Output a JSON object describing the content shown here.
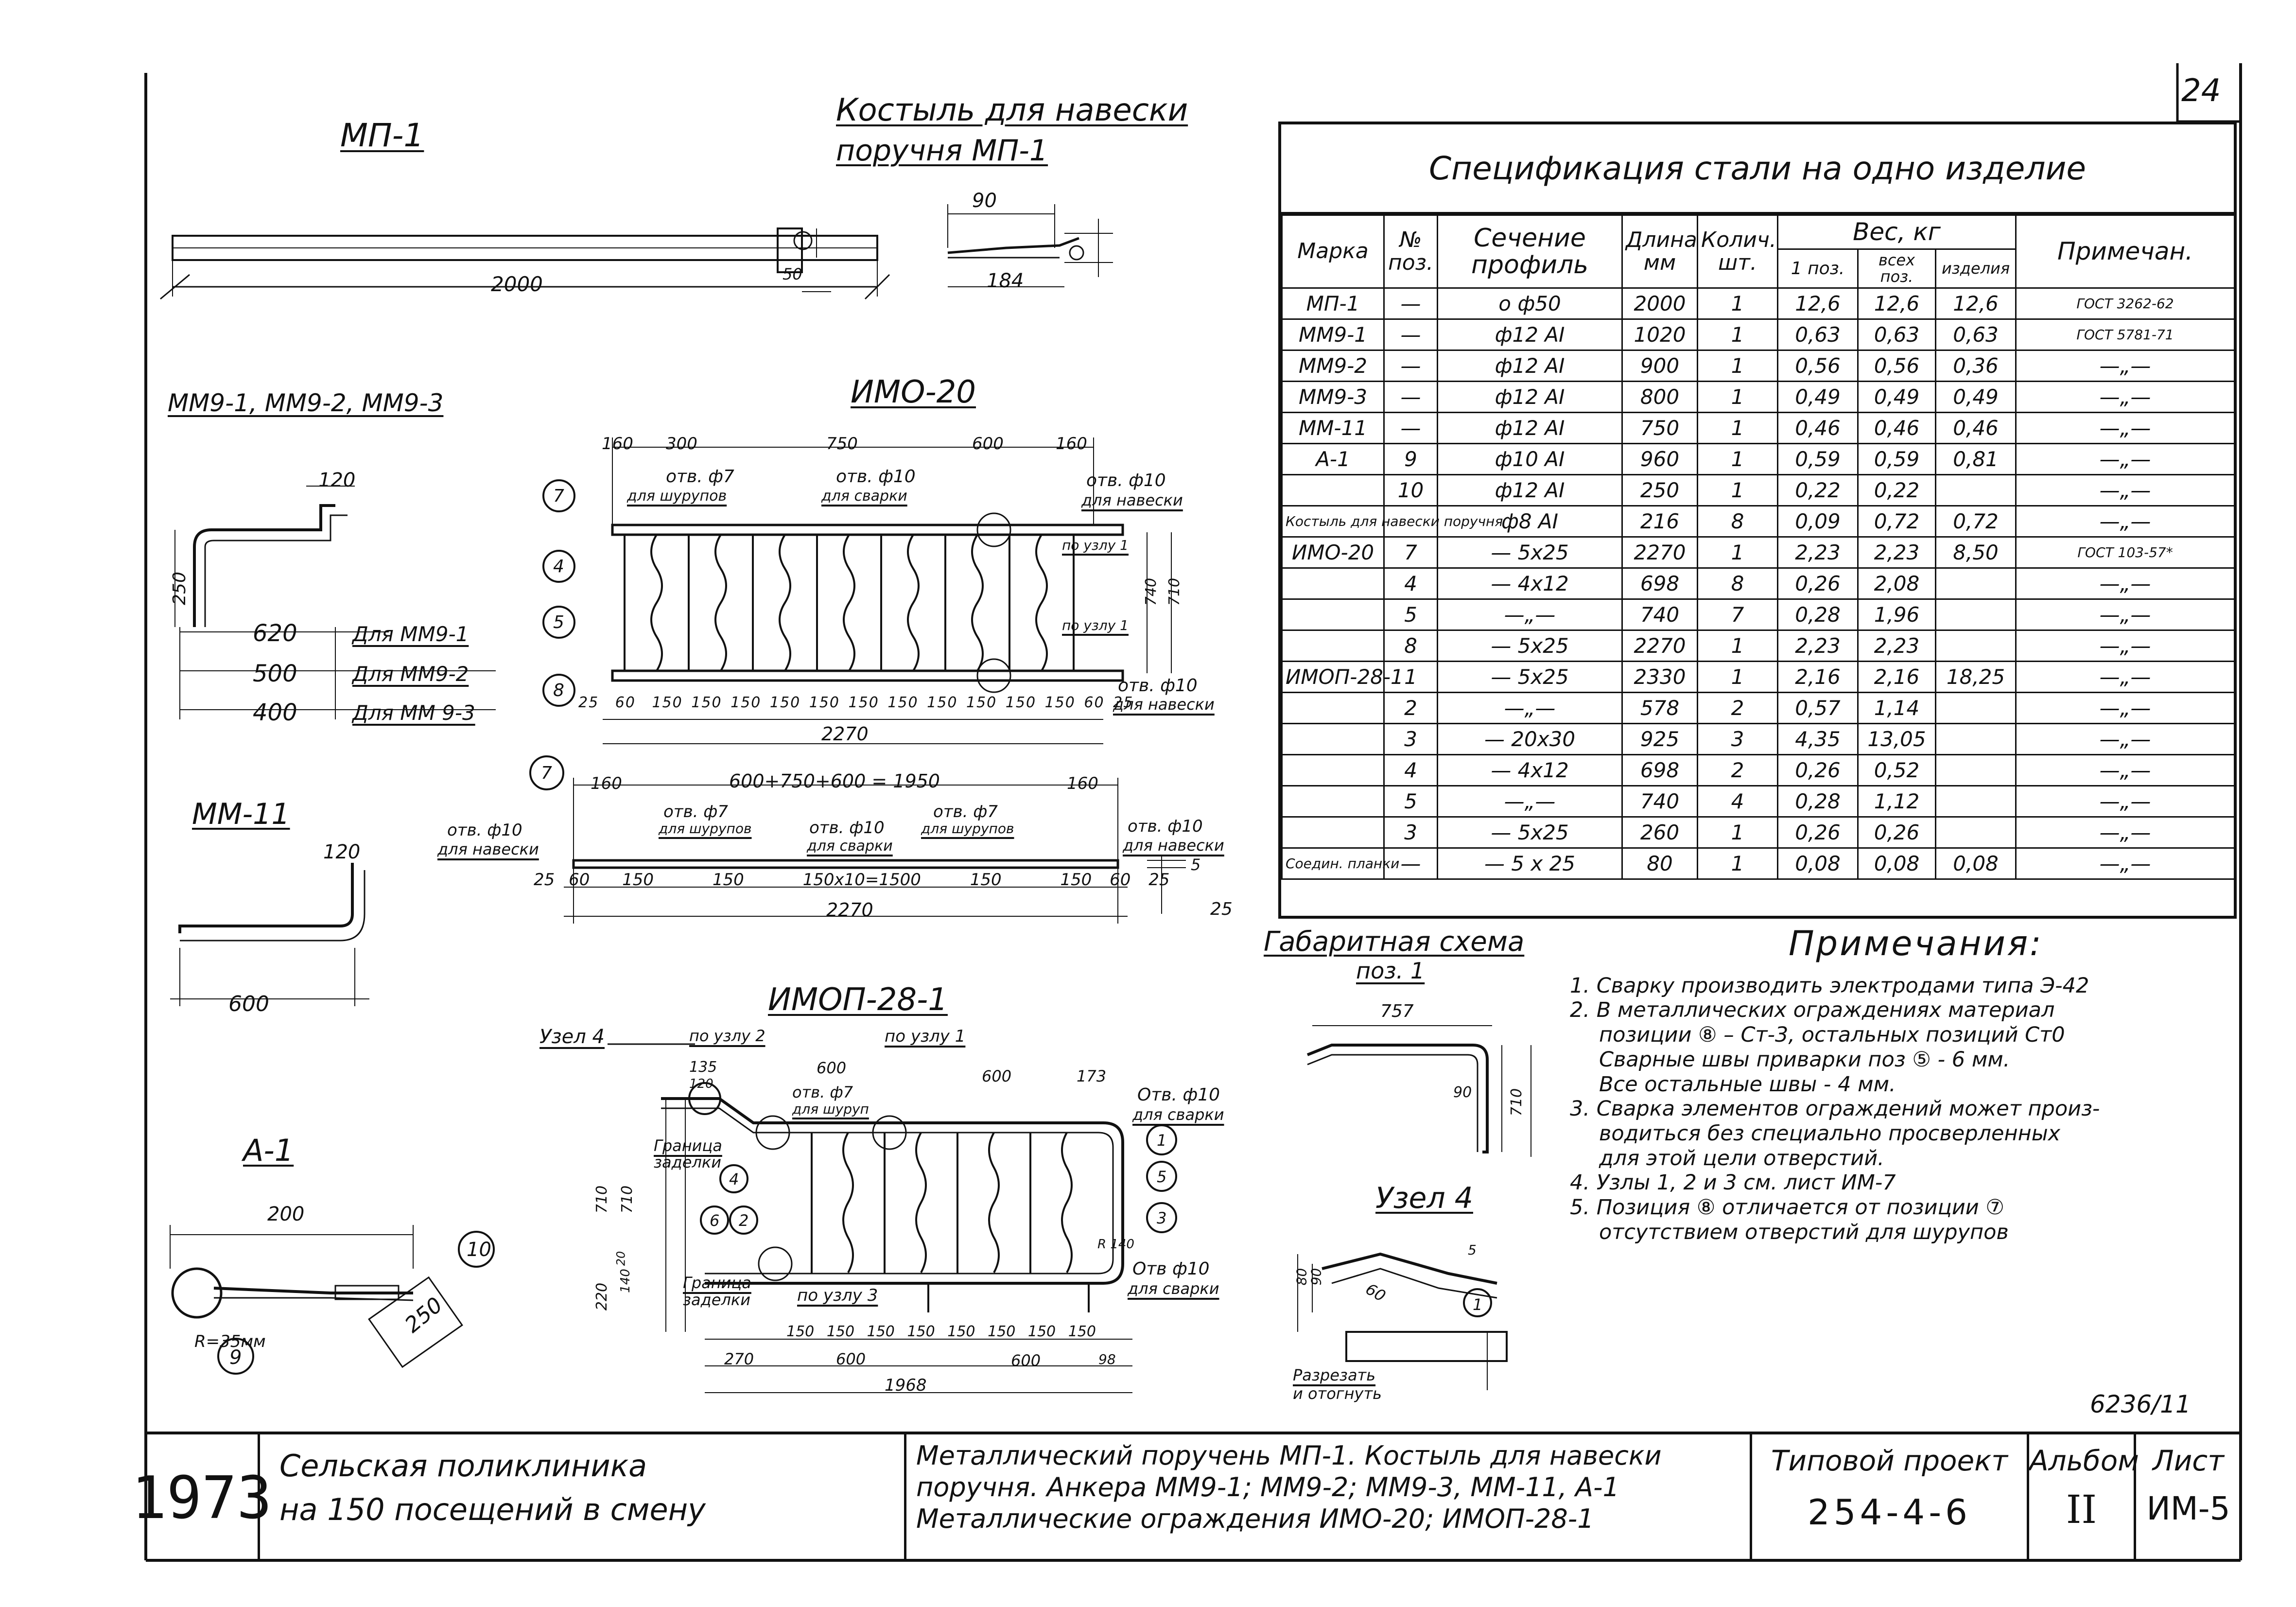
{
  "sheet_number_top": "24",
  "archive_number": "6236/11",
  "views": {
    "mp1": {
      "title": "МП-1",
      "length": "2000",
      "end_dim": "50"
    },
    "bracket": {
      "title_line1": "Костыль для навески",
      "title_line2": "поручня МП-1",
      "dim_top": "90",
      "dim_bottom": "184"
    },
    "mm9": {
      "title": "ММ9-1, ММ9-2, ММ9-3",
      "hook": "120",
      "height": "250",
      "rows": [
        {
          "len": "620",
          "label": "Для ММ9-1"
        },
        {
          "len": "500",
          "label": "Для ММ9-2"
        },
        {
          "len": "400",
          "label": "Для ММ 9-3"
        }
      ]
    },
    "mm11": {
      "title": "ММ-11",
      "hook": "120",
      "length": "600"
    },
    "a1": {
      "title": "А-1",
      "length": "200",
      "radius": "R=35мм",
      "dim": "250",
      "pos_a": "9",
      "pos_b": "10"
    },
    "imo20": {
      "title": "ИМО-20",
      "top_dims": [
        "160",
        "300",
        "750",
        "600",
        "160"
      ],
      "hole7": "отв. ф7",
      "hole7_sub": "для шурупов",
      "hole10": "отв. ф10",
      "hole10_sub": "для сварки",
      "hole10b": "отв. ф10",
      "hole10b_sub": "для навески",
      "node1": "по узлу 1",
      "node2": "по узлу 1",
      "height1": "740",
      "height2": "710",
      "bottom_hole": "отв. ф10",
      "bottom_hole_sub": "для навески",
      "bottom_dims": [
        "25",
        "60",
        "150",
        "150",
        "150",
        "150",
        "150",
        "150",
        "150",
        "150",
        "150",
        "150",
        "150",
        "60",
        "25"
      ],
      "total": "2270",
      "positions": [
        "7",
        "4",
        "5",
        "8"
      ]
    },
    "strip7": {
      "pos": "7",
      "left_dim": "160",
      "mid_dim": "600+750+600 = 1950",
      "right_dim": "160",
      "hole10a": "отв. ф10",
      "hole10a_sub": "для навески",
      "hole7a": "отв. ф7",
      "hole7a_sub": "для шурупов",
      "hole10c": "отв. ф10",
      "hole10c_sub": "для сварки",
      "hole7b": "отв. ф7",
      "hole7b_sub": "для шурупов",
      "hole10d": "отв. ф10",
      "hole10d_sub": "для навески",
      "bottom_dims": [
        "25",
        "60",
        "150",
        "150",
        "150x10=1500",
        "150",
        "150",
        "60",
        "25"
      ],
      "total": "2270",
      "thick_a": "5",
      "thick_b": "25"
    },
    "imop281": {
      "title": "ИМОП-28-1",
      "node4": "Узел 4",
      "node2": "по узлу 2",
      "node1": "по узлу 1",
      "node3": "по узлу 3",
      "dims_top": [
        "135",
        "600",
        "600",
        "173"
      ],
      "sub120": "120",
      "hole7": "отв. ф7",
      "hole7_sub": "для шуруп",
      "hole10": "Отв. ф10",
      "hole10_sub": "для сварки",
      "hole10b": "Отв ф10",
      "hole10b_sub": "для сварки",
      "border1": "Граница",
      "border1_sub": "заделки",
      "border2": "Граница",
      "border2_sub": "заделки",
      "left_dims": [
        "710",
        "710",
        "220",
        "140",
        "20"
      ],
      "r_label": "R 140",
      "bottom_dims": [
        "150",
        "150",
        "150",
        "150",
        "150",
        "150",
        "150",
        "150"
      ],
      "row2": [
        "270",
        "600",
        "600",
        "98"
      ],
      "total": "1968",
      "positions": [
        "1",
        "5",
        "3",
        "4",
        "6",
        "2"
      ]
    },
    "gabarit": {
      "title_line1": "Габаритная схема",
      "title_line2": "поз. 1",
      "dim_top": "757",
      "dim_h1": "710",
      "dim_h2": "90"
    },
    "uzel4": {
      "title": "Узел 4",
      "dims": [
        "80",
        "90",
        "60",
        "5"
      ],
      "pos": "1",
      "cut": "Разрезать",
      "cut_sub": "и отогнуть"
    }
  },
  "spec": {
    "title": "Спецификация стали на одно изделие",
    "headers": {
      "mark": "Марка",
      "pos": "№ поз.",
      "section": "Сечение профиль",
      "length": "Длина мм",
      "count": "Колич. шт.",
      "weight": "Вес, кг",
      "w1": "1 поз.",
      "w_all": "всех поз.",
      "w_item": "изделия",
      "note": "Примечан."
    },
    "rows": [
      {
        "mark": "МП-1",
        "pos": "—",
        "section": "о ф50",
        "length": "2000",
        "count": "1",
        "w1": "12,6",
        "wall": "12,6",
        "witem": "12,6",
        "note": "ГОСТ 3262-62"
      },
      {
        "mark": "ММ9-1",
        "pos": "—",
        "section": "ф12 АI",
        "length": "1020",
        "count": "1",
        "w1": "0,63",
        "wall": "0,63",
        "witem": "0,63",
        "note": "ГОСТ 5781-71"
      },
      {
        "mark": "ММ9-2",
        "pos": "—",
        "section": "ф12 АI",
        "length": "900",
        "count": "1",
        "w1": "0,56",
        "wall": "0,56",
        "witem": "0,36",
        "note": "—„—"
      },
      {
        "mark": "ММ9-3",
        "pos": "—",
        "section": "ф12 АI",
        "length": "800",
        "count": "1",
        "w1": "0,49",
        "wall": "0,49",
        "witem": "0,49",
        "note": "—„—"
      },
      {
        "mark": "ММ-11",
        "pos": "—",
        "section": "ф12 АI",
        "length": "750",
        "count": "1",
        "w1": "0,46",
        "wall": "0,46",
        "witem": "0,46",
        "note": "—„—"
      },
      {
        "mark": "А-1",
        "pos": "9",
        "section": "ф10 АI",
        "length": "960",
        "count": "1",
        "w1": "0,59",
        "wall": "0,59",
        "witem": "0,81",
        "note": "—„—"
      },
      {
        "mark": "",
        "pos": "10",
        "section": "ф12 АI",
        "length": "250",
        "count": "1",
        "w1": "0,22",
        "wall": "0,22",
        "witem": "",
        "note": "—„—"
      },
      {
        "mark": "Костыль для навески поручня",
        "pos": "",
        "section": "ф8 АI",
        "length": "216",
        "count": "8",
        "w1": "0,09",
        "wall": "0,72",
        "witem": "0,72",
        "note": "—„—"
      },
      {
        "mark": "ИМО-20",
        "pos": "7",
        "section": "— 5х25",
        "length": "2270",
        "count": "1",
        "w1": "2,23",
        "wall": "2,23",
        "witem": "8,50",
        "note": "ГОСТ 103-57*"
      },
      {
        "mark": "",
        "pos": "4",
        "section": "— 4х12",
        "length": "698",
        "count": "8",
        "w1": "0,26",
        "wall": "2,08",
        "witem": "",
        "note": "—„—"
      },
      {
        "mark": "",
        "pos": "5",
        "section": "—„—",
        "length": "740",
        "count": "7",
        "w1": "0,28",
        "wall": "1,96",
        "witem": "",
        "note": "—„—"
      },
      {
        "mark": "",
        "pos": "8",
        "section": "— 5х25",
        "length": "2270",
        "count": "1",
        "w1": "2,23",
        "wall": "2,23",
        "witem": "",
        "note": "—„—"
      },
      {
        "mark": "ИМОП-28-1",
        "pos": "1",
        "section": "— 5х25",
        "length": "2330",
        "count": "1",
        "w1": "2,16",
        "wall": "2,16",
        "witem": "18,25",
        "note": "—„—"
      },
      {
        "mark": "",
        "pos": "2",
        "section": "—„—",
        "length": "578",
        "count": "2",
        "w1": "0,57",
        "wall": "1,14",
        "witem": "",
        "note": "—„—"
      },
      {
        "mark": "",
        "pos": "3",
        "section": "— 20х30",
        "length": "925",
        "count": "3",
        "w1": "4,35",
        "wall": "13,05",
        "witem": "",
        "note": "—„—"
      },
      {
        "mark": "",
        "pos": "4",
        "section": "— 4х12",
        "length": "698",
        "count": "2",
        "w1": "0,26",
        "wall": "0,52",
        "witem": "",
        "note": "—„—"
      },
      {
        "mark": "",
        "pos": "5",
        "section": "—„—",
        "length": "740",
        "count": "4",
        "w1": "0,28",
        "wall": "1,12",
        "witem": "",
        "note": "—„—"
      },
      {
        "mark": "",
        "pos": "3",
        "section": "— 5х25",
        "length": "260",
        "count": "1",
        "w1": "0,26",
        "wall": "0,26",
        "witem": "",
        "note": "—„—"
      },
      {
        "mark": "Соедин. планки",
        "pos": "—",
        "section": "— 5 х 25",
        "length": "80",
        "count": "1",
        "w1": "0,08",
        "wall": "0,08",
        "witem": "0,08",
        "note": "—„—"
      }
    ]
  },
  "notes": {
    "title": "Примечания:",
    "items": [
      "1. Сварку производить электродами типа Э-42",
      "2. В металлических ограждениях материал",
      "позиции ⑧ – Ст-3, остальных позиций Ст0",
      "Сварные швы приварки поз ⑤ - 6 мм.",
      "Все остальные швы - 4 мм.",
      "3. Сварка элементов ограждений может произ-",
      "водиться без специально просверленных",
      "для этой цели отверстий.",
      "4. Узлы 1, 2 и 3 см. лист ИМ-7",
      "5. Позиция ⑧ отличается от позиции ⑦",
      "отсутствием отверстий для шурупов"
    ]
  },
  "stamp": {
    "year": "1973",
    "object_line1": "Сельская поликлиника",
    "object_line2": "на 150 посещений в смену",
    "desc_line1": "Металлический поручень МП-1. Костыль для навески",
    "desc_line2": "поручня. Анкера ММ9-1; ММ9-2; ММ9-3, ММ-11, А-1",
    "desc_line3": "Металлические ограждения ИМО-20; ИМОП-28-1",
    "project_label": "Типовой проект",
    "project_number": "254-4-6",
    "album_label": "Альбом",
    "album_value": "II",
    "sheet_label": "Лист",
    "sheet_value": "ИМ-5"
  }
}
